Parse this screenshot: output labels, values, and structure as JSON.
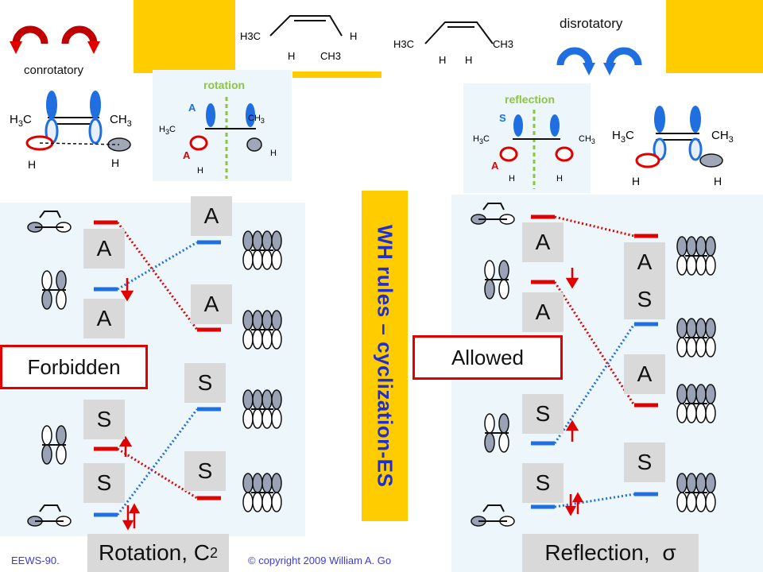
{
  "title": "WH rules – cyclization-ES",
  "top": {
    "conrotatory_label": "conrotatory",
    "disrotatory_label": "disrotatory",
    "rotation_label": "rotation",
    "reflection_label": "reflection",
    "left_molecule": {
      "h3c": "H3C",
      "h_top": "H",
      "h_bottom": "H",
      "ch3": "CH3"
    },
    "right_molecule": {
      "h3c": "H3C",
      "h1": "H",
      "h2": "H",
      "ch3": "CH3"
    }
  },
  "left_panel": {
    "result": "Forbidden",
    "caption": "Rotation, C",
    "caption_sub": "2",
    "left_labels": [
      "A",
      "A",
      "S",
      "S"
    ],
    "right_labels": [
      "A",
      "A",
      "S",
      "S"
    ]
  },
  "right_panel": {
    "result": "Allowed",
    "caption": "Reflection, ",
    "caption_symbol": "σ",
    "left_labels": [
      "A",
      "A",
      "S",
      "S"
    ],
    "right_labels": [
      "A",
      "S",
      "A",
      "S"
    ]
  },
  "footer": {
    "left": "EEWS-90.",
    "copyright": "© copyright 2009 William A. Go"
  },
  "colors": {
    "yellow": "#ffcc00",
    "red": "#e00000",
    "blue": "#1f6fe0",
    "panel": "#edf6fb",
    "title": "#1f2dd1"
  }
}
